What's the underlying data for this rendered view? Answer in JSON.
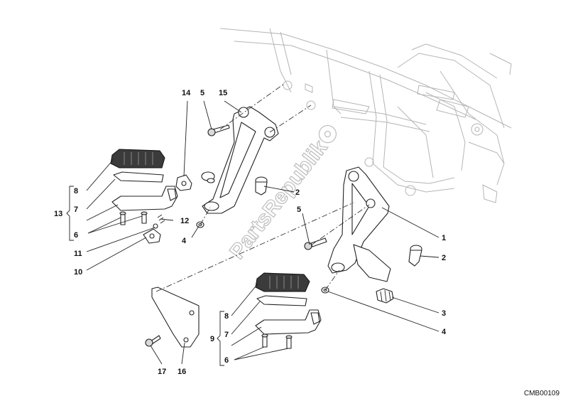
{
  "watermark": "PartsRepublik",
  "diagram_code": "CMB00109",
  "callouts": {
    "c1": "1",
    "c2a": "2",
    "c2b": "2",
    "c3": "3",
    "c4a": "4",
    "c4b": "4",
    "c5a": "5",
    "c5b": "5",
    "c6a": "6",
    "c6b": "6",
    "c7a": "7",
    "c7b": "7",
    "c8a": "8",
    "c8b": "8",
    "c9": "9",
    "c10": "10",
    "c11": "11",
    "c12": "12",
    "c13": "13",
    "c14": "14",
    "c15": "15",
    "c16": "16",
    "c17": "17"
  }
}
